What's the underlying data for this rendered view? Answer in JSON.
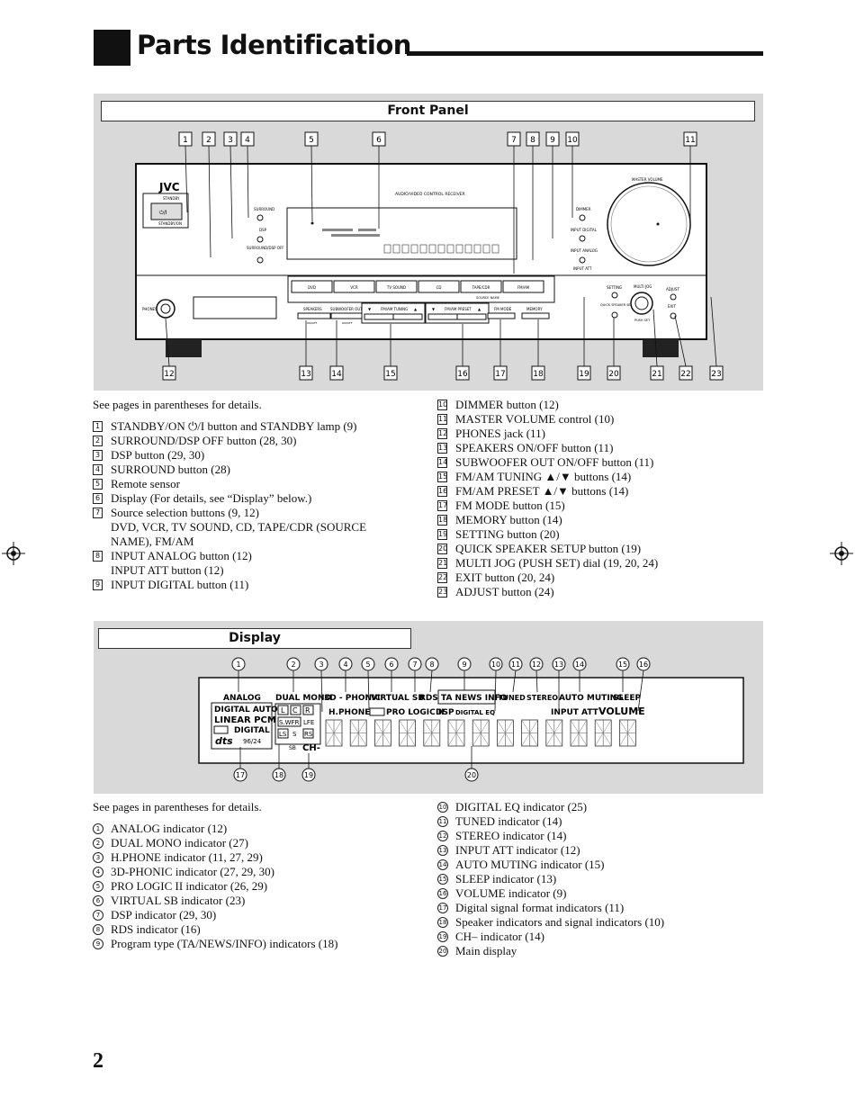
{
  "header": {
    "title": "Parts Identification"
  },
  "front_panel": {
    "label": "Front Panel",
    "callouts": [
      "1",
      "2",
      "3",
      "4",
      "5",
      "6",
      "7",
      "8",
      "9",
      "10",
      "11",
      "12",
      "13",
      "14",
      "15",
      "16",
      "17",
      "18",
      "19",
      "20",
      "21",
      "22",
      "23"
    ],
    "device": {
      "brand": "JVC",
      "model_text": "AUDIO/VIDEO CONTROL RECEIVER",
      "standby_label": "STANDBY",
      "standby_on_label": "STANDBY/ON",
      "surround": "SURROUND",
      "dsp": "DSP",
      "surround_dsp_off": "SURROUND/DSP OFF",
      "dimmer": "DIMMER",
      "input_digital": "INPUT DIGITAL",
      "input_analog": "INPUT ANALOG",
      "input_att": "INPUT ATT",
      "master_volume": "MASTER VOLUME",
      "sources": [
        "DVD",
        "VCR",
        "TV SOUND",
        "CD",
        "TAPE/CDR",
        "FM/AM"
      ],
      "source_name": "SOURCE NAME",
      "phones": "PHONES",
      "speakers": "SPEAKERS",
      "on_off": "ON/OFF",
      "subwoofer_out": "SUBWOOFER OUT",
      "fm_am_tuning": "FM/AM TUNING",
      "fm_am_preset": "FM/AM PRESET",
      "fm_mode": "FM MODE",
      "memory": "MEMORY",
      "setting": "SETTING",
      "quick_speaker_setup": "QUICK SPEAKER SETUP",
      "multi_jog": "MULTI JOG",
      "push_set": "PUSH SET",
      "adjust": "ADJUST",
      "exit": "EXIT"
    },
    "intro": "See pages in parentheses for details.",
    "items_left": [
      {
        "n": "1",
        "text": "STANDBY/ON ⏻/I button and STANDBY lamp (9)"
      },
      {
        "n": "2",
        "text": "SURROUND/DSP OFF button (28, 30)"
      },
      {
        "n": "3",
        "text": "DSP button (29, 30)"
      },
      {
        "n": "4",
        "text": "SURROUND button (28)"
      },
      {
        "n": "5",
        "text": "Remote sensor"
      },
      {
        "n": "6",
        "text": "Display (For details, see “Display” below.)"
      },
      {
        "n": "7",
        "text": "Source selection buttons (9, 12)",
        "sub": [
          "DVD, VCR, TV SOUND, CD, TAPE/CDR (SOURCE",
          "NAME), FM/AM"
        ]
      },
      {
        "n": "8",
        "text": "INPUT ANALOG button (12)",
        "sub": [
          "INPUT ATT button (12)"
        ]
      },
      {
        "n": "9",
        "text": "INPUT DIGITAL button (11)"
      }
    ],
    "items_right": [
      {
        "n": "10",
        "text": "DIMMER button (12)"
      },
      {
        "n": "11",
        "text": "MASTER VOLUME control (10)"
      },
      {
        "n": "12",
        "text": "PHONES jack (11)"
      },
      {
        "n": "13",
        "text": "SPEAKERS ON/OFF button (11)"
      },
      {
        "n": "14",
        "text": "SUBWOOFER OUT ON/OFF button (11)"
      },
      {
        "n": "15",
        "text": "FM/AM TUNING ▲/▼ buttons (14)"
      },
      {
        "n": "16",
        "text": "FM/AM PRESET ▲/▼ buttons (14)"
      },
      {
        "n": "17",
        "text": "FM MODE button (15)"
      },
      {
        "n": "18",
        "text": "MEMORY button (14)"
      },
      {
        "n": "19",
        "text": "SETTING button (20)"
      },
      {
        "n": "20",
        "text": "QUICK SPEAKER SETUP button (19)"
      },
      {
        "n": "21",
        "text": "MULTI JOG (PUSH SET) dial (19, 20, 24)"
      },
      {
        "n": "22",
        "text": "EXIT button (20, 24)"
      },
      {
        "n": "23",
        "text": "ADJUST button (24)"
      }
    ]
  },
  "display_panel": {
    "label": "Display",
    "indicators": {
      "analog": "ANALOG",
      "dual_mono": "DUAL MONO",
      "three_d_phonic": "3D - PHONIC",
      "virtual_sb": "VIRTUAL SB",
      "rds": "RDS",
      "ta_news_info": "TA NEWS INFO",
      "tuned": "TUNED",
      "stereo": "STEREO",
      "auto_muting": "AUTO MUTING",
      "sleep": "SLEEP",
      "digital_auto": "DIGITAL AUTO",
      "linear_pcm": "LINEAR PCM",
      "digital": "DIGITAL",
      "dts": "dts",
      "dts_rate": "96/24",
      "h_phone": "H.PHONE",
      "pro_logic": "PRO LOGIC II",
      "dsp": "DSP",
      "digital_eq": "DIGITAL EQ",
      "input_att": "INPUT ATT",
      "volume": "VOLUME",
      "ch": "CH-",
      "spk_l": "L",
      "spk_c": "C",
      "spk_r": "R",
      "spk_swfr": "S.WFR",
      "spk_lfe": "LFE",
      "spk_ls": "LS",
      "spk_s": "S",
      "spk_rs": "RS",
      "spk_sb": "SB"
    },
    "callouts": [
      "1",
      "2",
      "3",
      "4",
      "5",
      "6",
      "7",
      "8",
      "9",
      "10",
      "11",
      "12",
      "13",
      "14",
      "15",
      "16",
      "17",
      "18",
      "19",
      "20"
    ],
    "intro": "See pages in parentheses for details.",
    "items_left": [
      {
        "n": "1",
        "text": "ANALOG indicator (12)"
      },
      {
        "n": "2",
        "text": "DUAL MONO indicator (27)"
      },
      {
        "n": "3",
        "text": "H.PHONE indicator (11, 27, 29)"
      },
      {
        "n": "4",
        "text": "3D-PHONIC indicator (27, 29, 30)"
      },
      {
        "n": "5",
        "text": "PRO LOGIC II indicator (26, 29)"
      },
      {
        "n": "6",
        "text": "VIRTUAL SB indicator (23)"
      },
      {
        "n": "7",
        "text": "DSP indicator (29, 30)"
      },
      {
        "n": "8",
        "text": "RDS indicator (16)"
      },
      {
        "n": "9",
        "text": "Program type (TA/NEWS/INFO) indicators (18)"
      }
    ],
    "items_right": [
      {
        "n": "10",
        "text": "DIGITAL EQ indicator (25)"
      },
      {
        "n": "11",
        "text": "TUNED indicator (14)"
      },
      {
        "n": "12",
        "text": "STEREO indicator (14)"
      },
      {
        "n": "13",
        "text": "INPUT ATT indicator (12)"
      },
      {
        "n": "14",
        "text": "AUTO MUTING indicator (15)"
      },
      {
        "n": "15",
        "text": "SLEEP indicator (13)"
      },
      {
        "n": "16",
        "text": "VOLUME indicator (9)"
      },
      {
        "n": "17",
        "text": "Digital signal format indicators (11)"
      },
      {
        "n": "18",
        "text": "Speaker indicators and signal indicators (10)"
      },
      {
        "n": "19",
        "text": "CH– indicator (14)"
      },
      {
        "n": "20",
        "text": "Main display"
      }
    ]
  },
  "page_number": "2"
}
